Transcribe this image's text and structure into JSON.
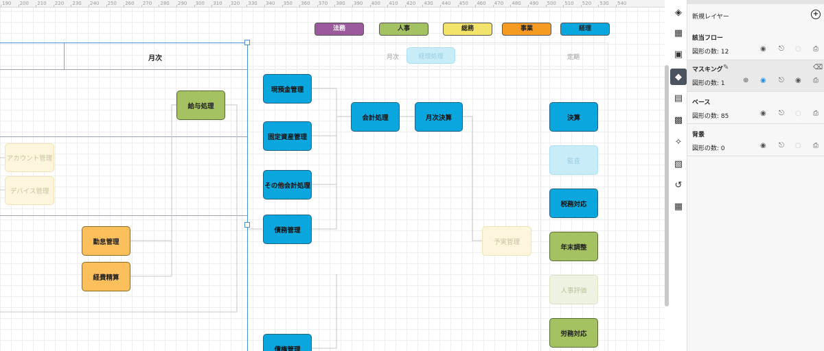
{
  "ruler": [
    "190",
    "200",
    "210",
    "220",
    "230",
    "240",
    "250",
    "260",
    "270",
    "280",
    "290",
    "300",
    "310",
    "320",
    "330",
    "340",
    "350",
    "360",
    "370",
    "380",
    "390",
    "400",
    "410",
    "420",
    "430",
    "440",
    "450",
    "460",
    "470",
    "480",
    "490",
    "500",
    "510",
    "520",
    "530",
    "540"
  ],
  "legend": [
    {
      "label": "法務",
      "color": "#9b5a9b"
    },
    {
      "label": "人事",
      "color": "#a4c261"
    },
    {
      "label": "総務",
      "color": "#f2e36a"
    },
    {
      "label": "事業",
      "color": "#f59a22"
    },
    {
      "label": "経理",
      "color": "#0aa7de"
    }
  ],
  "headers": {
    "monthly": "月次",
    "monthly_faint": "月次",
    "keiri_faint": "経理処理",
    "periodic": "定期"
  },
  "nodes": {
    "kyuyo": "給与処理",
    "account": "アカウント管理",
    "device": "デバイス管理",
    "kintai": "勤怠管理",
    "keihi": "経費精算",
    "genyokin": "現預金管理",
    "kotei": "固定資産管理",
    "sonota": "その他会計処理",
    "saimu": "債務管理",
    "saiken": "債権管理",
    "kaikei": "会計処理",
    "getsuji": "月次決算",
    "yojitsu": "予実管理",
    "kessan": "決算",
    "kansa": "監査",
    "zeimu": "税務対応",
    "nenmatsu": "年末調整",
    "jinji": "人事評価",
    "romu": "労務対応"
  },
  "panel": {
    "new_layer": "新規レイヤー",
    "layers": [
      {
        "name": "該当フロー",
        "count": "図形の数: 12"
      },
      {
        "name": "マスキング",
        "count": "図形の数: 1"
      },
      {
        "name": "ベース",
        "count": "図形の数: 85"
      },
      {
        "name": "背景",
        "count": "図形の数: 0"
      }
    ]
  }
}
